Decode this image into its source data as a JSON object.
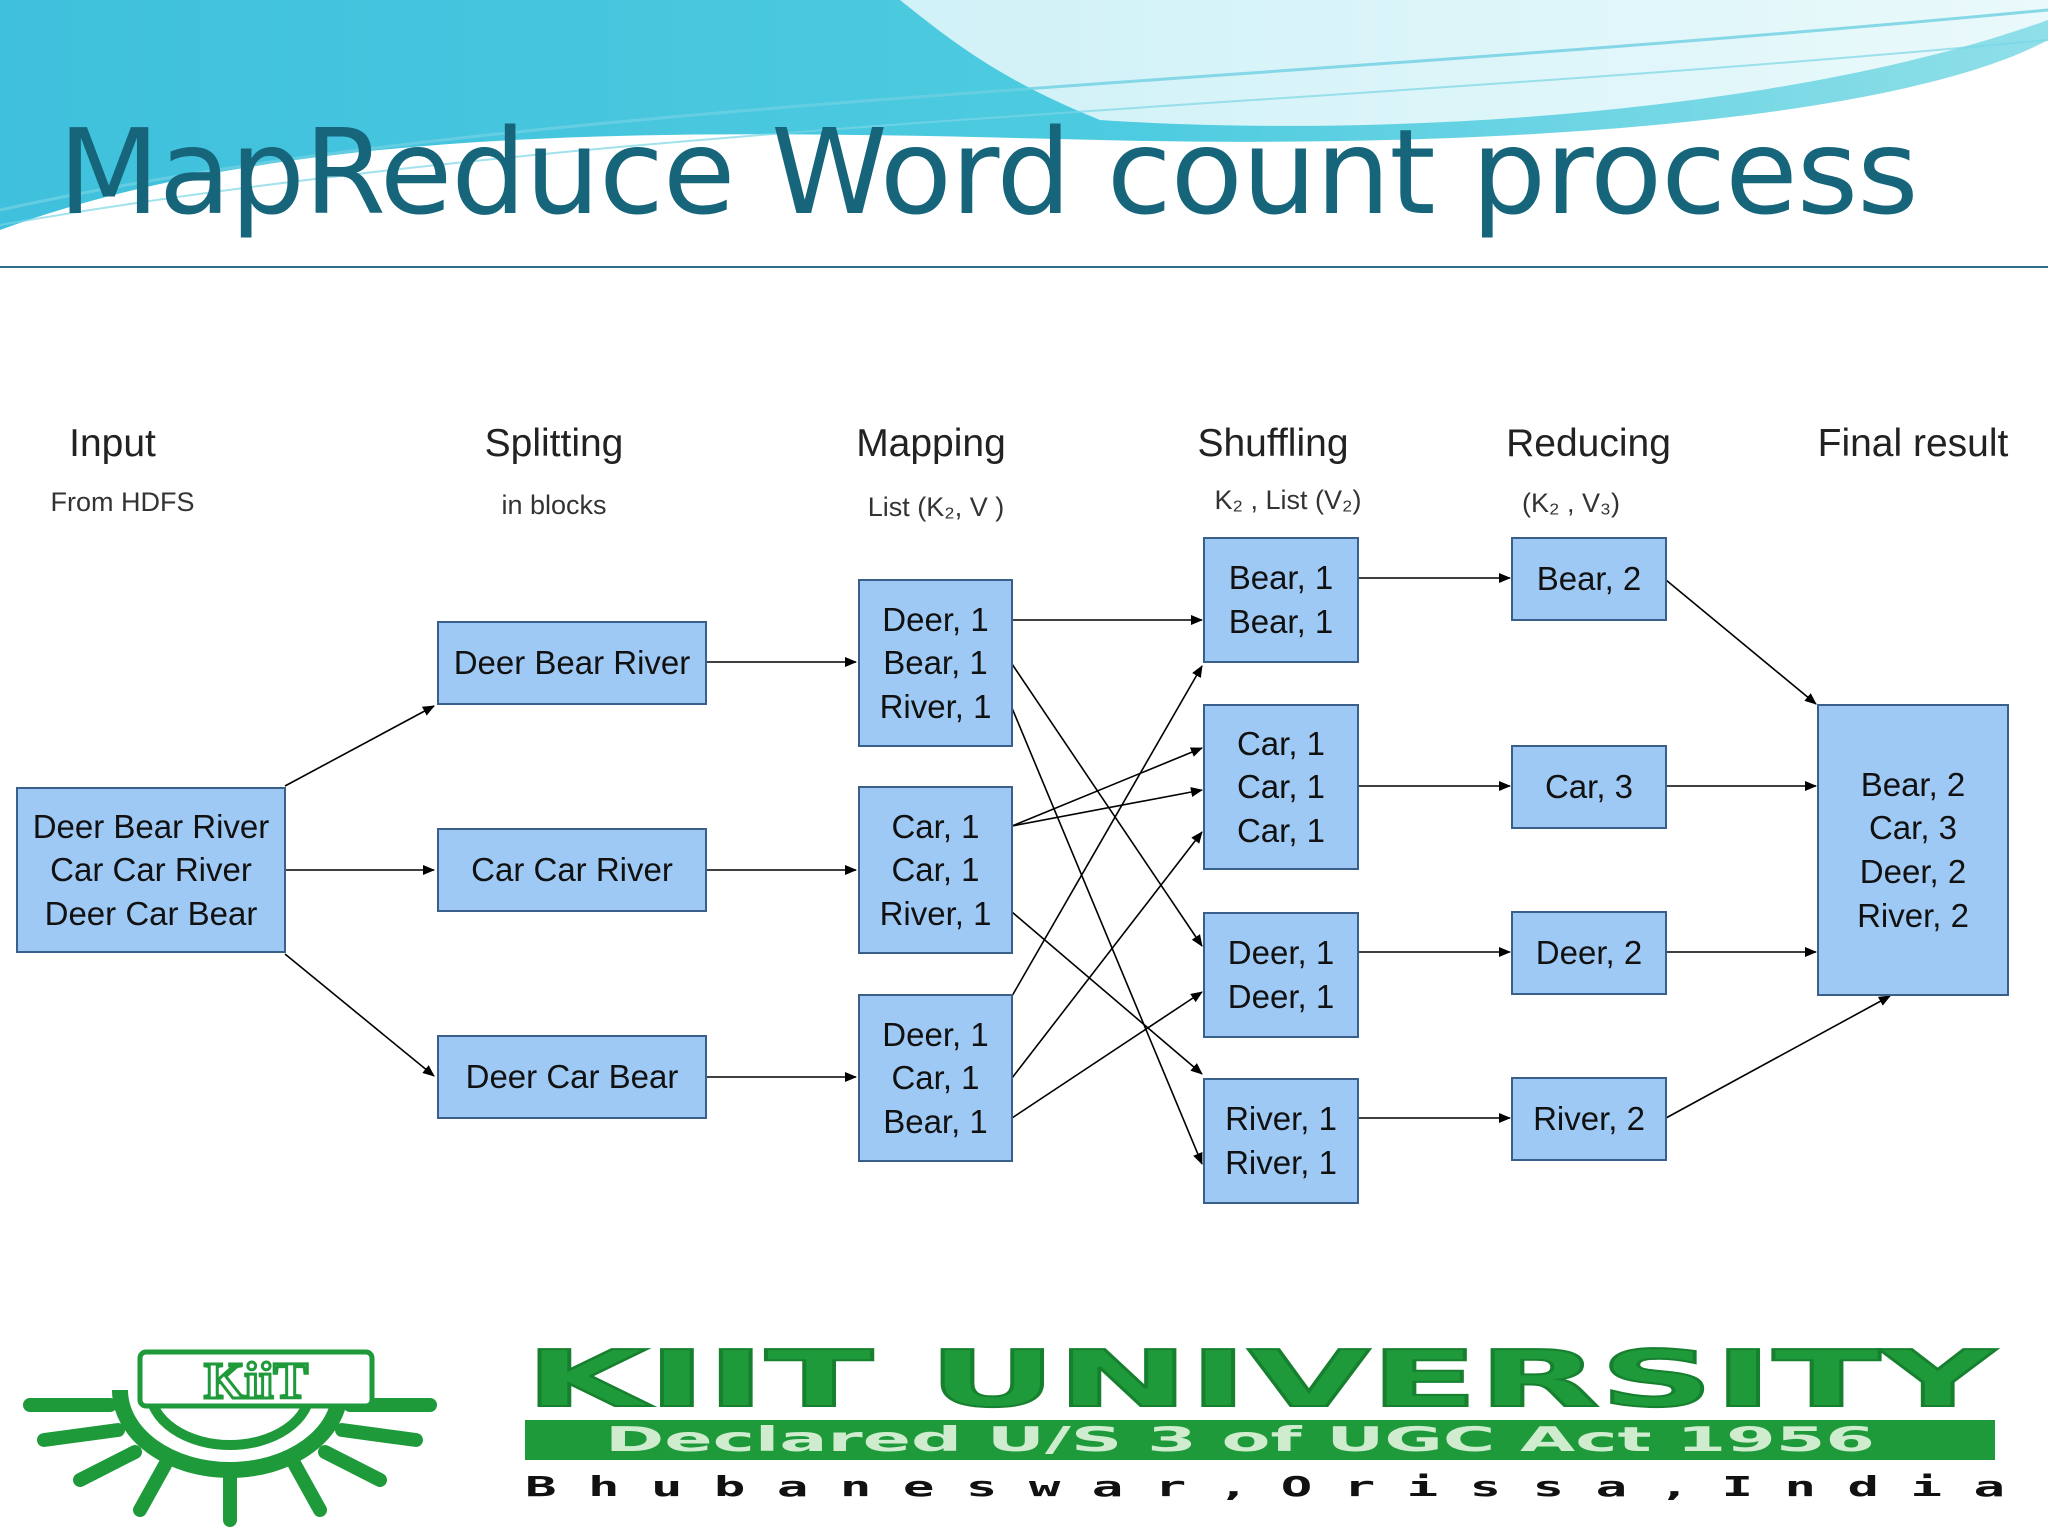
{
  "slide": {
    "title": "MapReduce Word count process"
  },
  "stages": [
    {
      "id": "input",
      "title": "Input",
      "subtitle": "From HDFS"
    },
    {
      "id": "splitting",
      "title": "Splitting",
      "subtitle": "in blocks"
    },
    {
      "id": "mapping",
      "title": "Mapping",
      "subtitle": "List (K₂, V )"
    },
    {
      "id": "shuffling",
      "title": "Shuffling",
      "subtitle": "K₂ , List (V₂)"
    },
    {
      "id": "reducing",
      "title": "Reducing",
      "subtitle": "(K₂ , V₃)"
    },
    {
      "id": "final",
      "title": "Final result",
      "subtitle": ""
    }
  ],
  "nodes": {
    "input": {
      "lines": [
        "Deer Bear River",
        "Car Car River",
        "Deer Car Bear"
      ]
    },
    "split1": {
      "lines": [
        "Deer Bear River"
      ]
    },
    "split2": {
      "lines": [
        "Car Car River"
      ]
    },
    "split3": {
      "lines": [
        "Deer Car Bear"
      ]
    },
    "map1": {
      "lines": [
        "Deer, 1",
        "Bear, 1",
        "River, 1"
      ]
    },
    "map2": {
      "lines": [
        "Car, 1",
        "Car, 1",
        "River, 1"
      ]
    },
    "map3": {
      "lines": [
        "Deer, 1",
        "Car, 1",
        "Bear, 1"
      ]
    },
    "shuf_bear": {
      "lines": [
        "Bear, 1",
        "Bear, 1"
      ]
    },
    "shuf_car": {
      "lines": [
        "Car, 1",
        "Car, 1",
        "Car, 1"
      ]
    },
    "shuf_deer": {
      "lines": [
        "Deer, 1",
        "Deer, 1"
      ]
    },
    "shuf_river": {
      "lines": [
        "River, 1",
        "River, 1"
      ]
    },
    "red_bear": {
      "lines": [
        "Bear, 2"
      ]
    },
    "red_car": {
      "lines": [
        "Car, 3"
      ]
    },
    "red_deer": {
      "lines": [
        "Deer, 2"
      ]
    },
    "red_river": {
      "lines": [
        "River, 2"
      ]
    },
    "final": {
      "lines": [
        "Bear, 2",
        "Car, 3",
        "Deer, 2",
        "River, 2"
      ]
    }
  },
  "logo": {
    "emblem_text": "KiiT",
    "name": "KIIT UNIVERSITY",
    "tagline": "Declared U/S 3 of UGC Act 1956",
    "location": "B h u b a n e s w a r ,   O r i s s a ,   I n d i a"
  },
  "colors": {
    "title": "#17657a",
    "box_fill": "#9ec9f5",
    "box_border": "#3a5f8a",
    "logo_green": "#1f9a3a"
  }
}
